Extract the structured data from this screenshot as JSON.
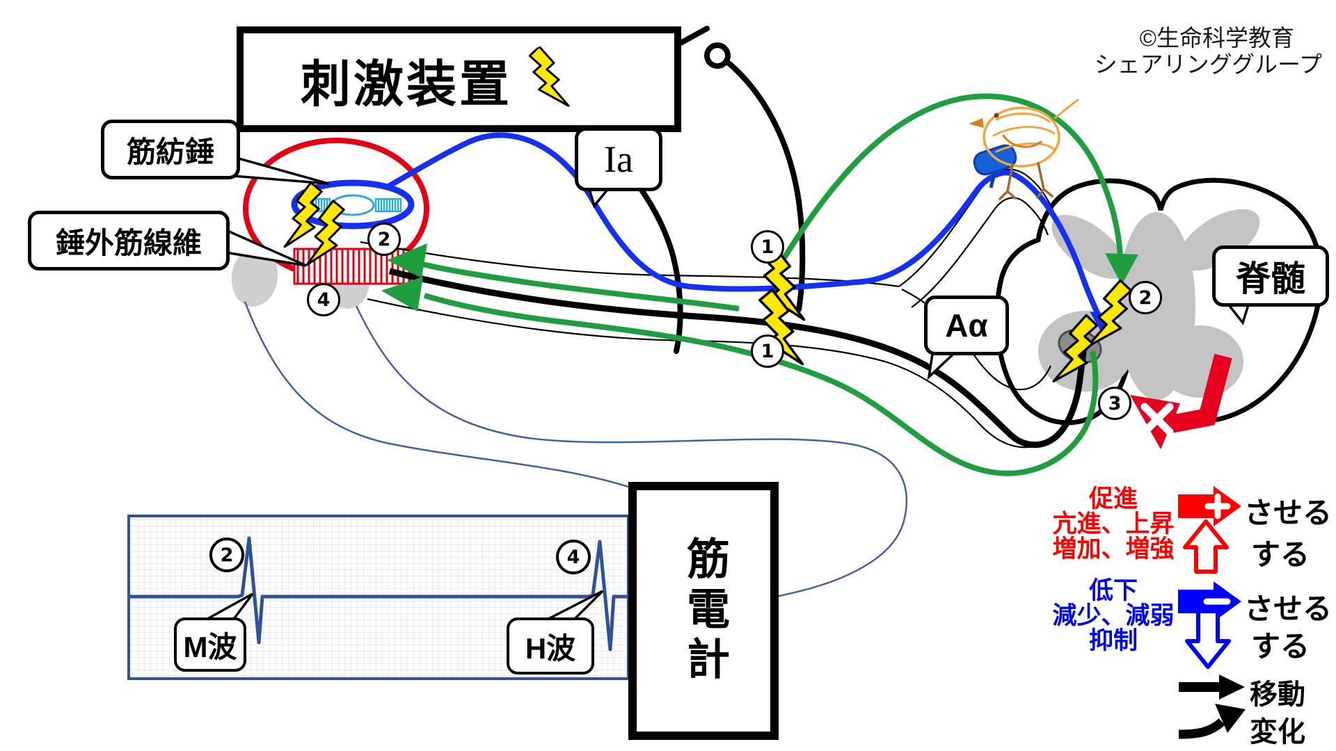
{
  "stimulator": {
    "label": "刺激装置"
  },
  "copyright": {
    "line1": "©生命科学教育",
    "line2": "シェアリンググループ"
  },
  "anatomy_labels": {
    "muscle_spindle": "筋紡錘",
    "extrafusal_muscle_fiber": "錘外筋線維",
    "ia_afferent": "Ia",
    "a_alpha_efferent": "Aα",
    "spinal_cord": "脊髄"
  },
  "emg": {
    "device_label": "筋電計",
    "m_wave_label": "M波",
    "h_wave_label": "H波",
    "marker_m": "2",
    "marker_h": "4"
  },
  "markers": {
    "stim_site_upper": "1",
    "stim_site_lower": "1",
    "muscle_direct_response": "2",
    "muscle_reflex_response": "4",
    "cord_synapse": "2",
    "cord_ventral_exit": "3"
  },
  "legend": {
    "facilitation": {
      "line1": "促進",
      "line2": "亢進、上昇",
      "line3": "増加、増強",
      "suffix_cause": "させる",
      "suffix_do": "する"
    },
    "suppression": {
      "line1": "低下",
      "line2": "減少、減弱",
      "line3": "抑制",
      "suffix_cause": "させる",
      "suffix_do": "する"
    },
    "movement": "移動",
    "change": "変化"
  },
  "colors": {
    "accent_red": "#E60012",
    "accent_blue": "#1430F5",
    "accent_green": "#1E9E3E",
    "accent_cyan": "#29ABE2",
    "emg_navy": "#2F5496",
    "bolt_yellow": "#FFE800",
    "legend_red": "#FF0000",
    "legend_blue": "#0000FF",
    "gray_matter": "#C3C3C3"
  }
}
